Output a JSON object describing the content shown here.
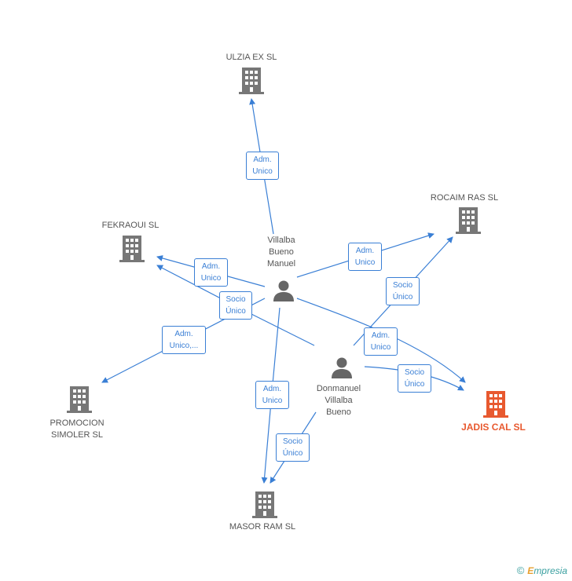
{
  "colors": {
    "edge": "#3a7fd5",
    "company": "#777777",
    "company_focus": "#e8592f",
    "person": "#666666"
  },
  "nodes": [
    {
      "id": "ulzia",
      "type": "company",
      "label": "ULZIA EX SL"
    },
    {
      "id": "rocaim",
      "type": "company",
      "label": "ROCAIM RAS SL"
    },
    {
      "id": "fekraoui",
      "type": "company",
      "label": "FEKRAOUI SL"
    },
    {
      "id": "promocion",
      "type": "company",
      "label": "PROMOCION\nSIMOLER SL"
    },
    {
      "id": "jadis",
      "type": "company",
      "label": "JADIS CAL SL",
      "focus": true
    },
    {
      "id": "masor",
      "type": "company",
      "label": "MASOR RAM SL"
    },
    {
      "id": "villalba",
      "type": "person",
      "label": "Villalba\nBueno\nManuel"
    },
    {
      "id": "donmanuel",
      "type": "person",
      "label": "Donmanuel\nVillalba\nBueno"
    }
  ],
  "relations": [
    {
      "id": "r1",
      "label": "Adm.\nUnico"
    },
    {
      "id": "r2",
      "label": "Adm.\nUnico"
    },
    {
      "id": "r3",
      "label": "Adm.\nUnico"
    },
    {
      "id": "r4",
      "label": "Socio\nÚnico"
    },
    {
      "id": "r5",
      "label": "Adm.\nUnico,..."
    },
    {
      "id": "r6",
      "label": "Socio\nÚnico"
    },
    {
      "id": "r7",
      "label": "Adm.\nUnico"
    },
    {
      "id": "r8",
      "label": "Socio\nÚnico"
    },
    {
      "id": "r9",
      "label": "Adm.\nUnico"
    },
    {
      "id": "r10",
      "label": "Socio\nÚnico"
    }
  ],
  "credit": {
    "copyright": "©",
    "brand_first": "E",
    "brand_rest": "mpresia"
  }
}
